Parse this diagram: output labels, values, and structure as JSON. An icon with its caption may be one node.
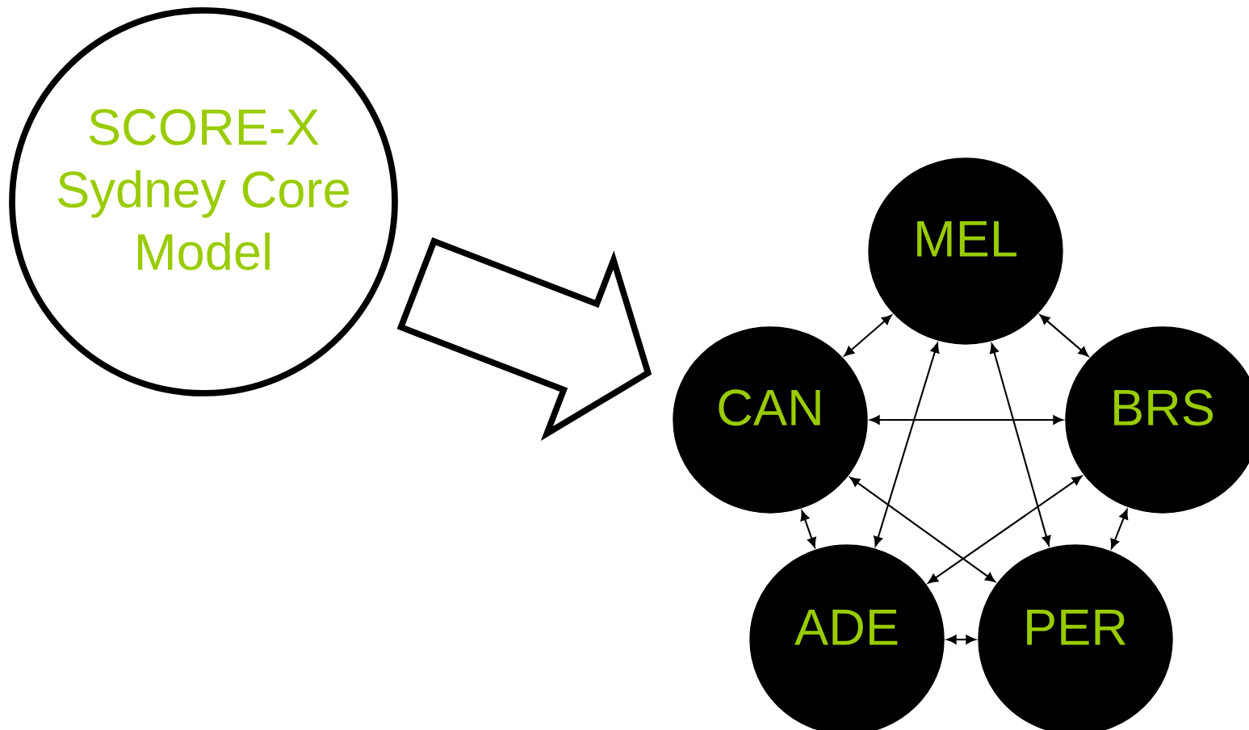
{
  "diagram": {
    "nodes": [
      {
        "text": [
          "SCORE-X",
          "Sydney Core Model"
        ]
      },
      {
        "text": [
          "MEL"
        ]
      },
      {
        "text": [
          "CAN"
        ]
      },
      {
        "text": [
          "BRS"
        ]
      },
      {
        "text": [
          "ADE"
        ]
      },
      {
        "text": [
          "PER"
        ]
      }
    ],
    "edges": [
      {
        "from": 0,
        "to": 2,
        "arrow": "to",
        "style": "thick"
      },
      {
        "from": 1,
        "to": 2,
        "arrow": "both"
      },
      {
        "from": 1,
        "to": 3,
        "arrow": "both"
      },
      {
        "from": 2,
        "to": 3,
        "arrow": "both"
      },
      {
        "from": 1,
        "to": 4,
        "arrow": "both"
      },
      {
        "from": 1,
        "to": 5,
        "arrow": "both"
      },
      {
        "from": 2,
        "to": 5,
        "arrow": "both"
      },
      {
        "from": 3,
        "to": 4,
        "arrow": "both"
      },
      {
        "from": 2,
        "to": 4,
        "arrow": "both"
      },
      {
        "from": 3,
        "to": 5,
        "arrow": "both"
      },
      {
        "from": 4,
        "to": 5,
        "arrow": "both"
      }
    ]
  }
}
